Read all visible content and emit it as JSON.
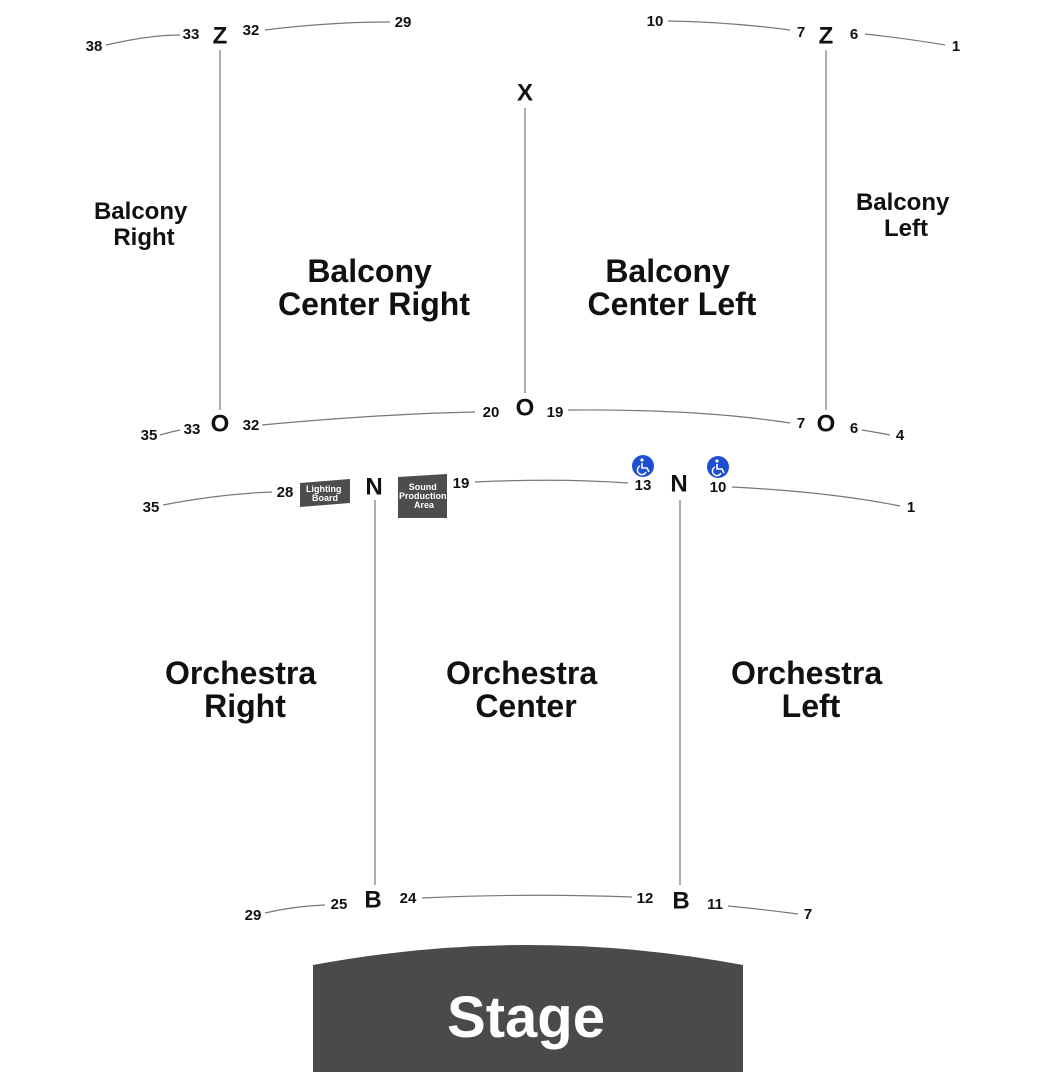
{
  "sections": {
    "balcony_right": [
      "Balcony",
      "Right"
    ],
    "balcony_center_right": [
      "Balcony",
      "Center Right"
    ],
    "balcony_center_left": [
      "Balcony",
      "Center Left"
    ],
    "balcony_left": [
      "Balcony",
      "Left"
    ],
    "orchestra_right": [
      "Orchestra",
      "Right"
    ],
    "orchestra_center": [
      "Orchestra",
      "Center"
    ],
    "orchestra_left": [
      "Orchestra",
      "Left"
    ]
  },
  "rows": {
    "balcony_right_top": "Z",
    "balcony_left_top": "Z",
    "balcony_center_top": "X",
    "balcony_right_bottom": "O",
    "balcony_center_bottom": "O",
    "balcony_left_bottom": "O",
    "orch_right_top": "N",
    "orch_left_top": "N",
    "orch_right_bottom": "B",
    "orch_left_bottom": "B"
  },
  "seats": {
    "bz_r_outer": "38",
    "bz_r_inner": "33",
    "bz_cr_left": "32",
    "bz_cr_right": "29",
    "bz_cl_left": "10",
    "bz_cl_right": "7",
    "bz_l_inner": "6",
    "bz_l_outer": "1",
    "bo_r_outer": "35",
    "bo_r_inner": "33",
    "bo_cr_left": "32",
    "bo_cr_right": "20",
    "bo_cl_left": "19",
    "bo_cl_right": "7",
    "bo_l_inner": "6",
    "bo_l_outer": "4",
    "on_r_outer": "35",
    "on_r_inner": "28",
    "on_c_left": "19",
    "on_c_right": "13",
    "on_l_inner": "10",
    "on_l_outer": "1",
    "ob_r_outer": "29",
    "ob_r_inner": "25",
    "ob_c_left": "24",
    "ob_c_right": "12",
    "ob_l_inner": "11",
    "ob_l_outer": "7"
  },
  "boxes": {
    "lighting": [
      "Lighting",
      "Board"
    ],
    "sound": [
      "Sound",
      "Production",
      "Area"
    ]
  },
  "stage": "Stage",
  "colors": {
    "stage_fill": "#4a4a4a",
    "booth_fill": "#4d4d4d",
    "accessible_fill": "#1f4fd1",
    "line": "#777777"
  },
  "icons": [
    "wheelchair-icon",
    "wheelchair-icon"
  ]
}
